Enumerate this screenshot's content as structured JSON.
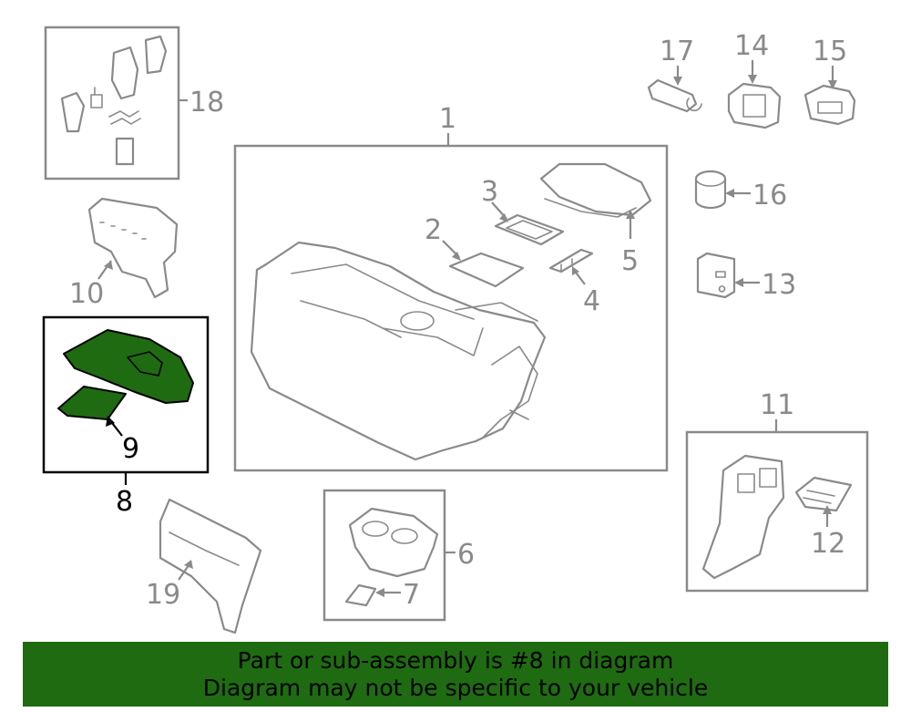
{
  "colors": {
    "highlight": "#1f6b12",
    "line": "#8a8a8a",
    "text_highlight": "#000000"
  },
  "callouts": {
    "c1": "1",
    "c2": "2",
    "c3": "3",
    "c4": "4",
    "c5": "5",
    "c6": "6",
    "c7": "7",
    "c8": "8",
    "c9": "9",
    "c10": "10",
    "c11": "11",
    "c12": "12",
    "c13": "13",
    "c14": "14",
    "c15": "15",
    "c16": "16",
    "c17": "17",
    "c18": "18",
    "c19": "19"
  },
  "highlighted_part": "8",
  "banner": {
    "line1": "Part or sub-assembly is #8 in diagram",
    "line2": "Diagram may not be specific to your vehicle"
  }
}
